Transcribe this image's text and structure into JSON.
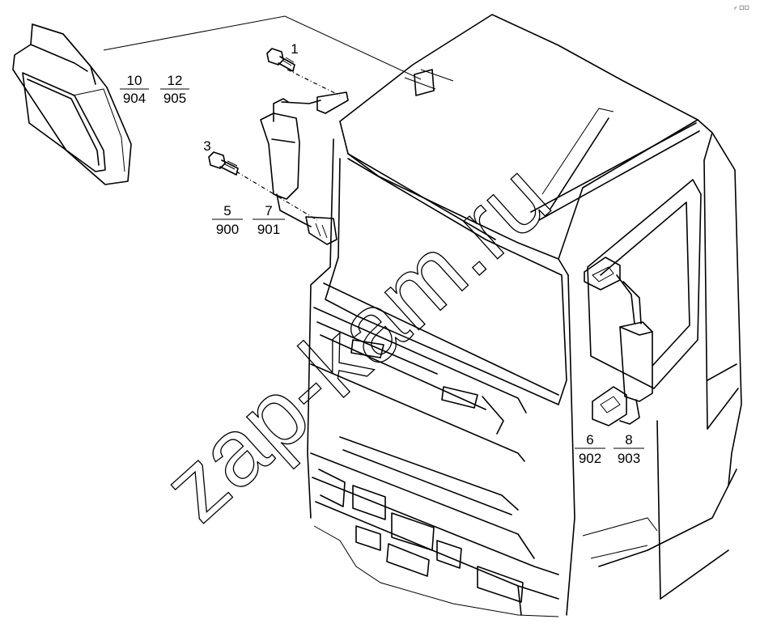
{
  "watermark": "zap-kam.ru",
  "corner_mark": "♂ ☐☐",
  "callouts": {
    "c1": {
      "top": "1"
    },
    "c3": {
      "top": "3"
    },
    "c10_904": {
      "top": "10",
      "bottom": "904"
    },
    "c12_905": {
      "top": "12",
      "bottom": "905"
    },
    "c5_900": {
      "top": "5",
      "bottom": "900"
    },
    "c7_901": {
      "top": "7",
      "bottom": "901"
    },
    "c6_902": {
      "top": "6",
      "bottom": "902"
    },
    "c8_903": {
      "top": "8",
      "bottom": "903"
    }
  }
}
